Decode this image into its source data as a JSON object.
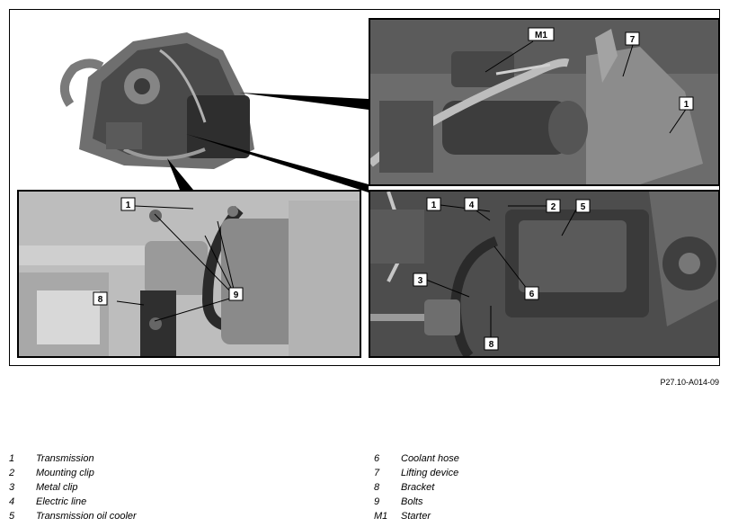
{
  "figure_ref": "P27.10-A014-09",
  "callouts": {
    "tr": [
      "M1",
      "7",
      "1"
    ],
    "bl": [
      "1",
      "8",
      "9"
    ],
    "br": [
      "1",
      "4",
      "2",
      "5",
      "3",
      "6",
      "8"
    ]
  },
  "legend": {
    "left": [
      {
        "num": "1",
        "label": "Transmission"
      },
      {
        "num": "2",
        "label": "Mounting clip"
      },
      {
        "num": "3",
        "label": "Metal clip"
      },
      {
        "num": "4",
        "label": "Electric line"
      },
      {
        "num": "5",
        "label": "Transmission oil cooler"
      }
    ],
    "right": [
      {
        "num": "6",
        "label": "Coolant hose"
      },
      {
        "num": "7",
        "label": "Lifting device"
      },
      {
        "num": "8",
        "label": "Bracket"
      },
      {
        "num": "9",
        "label": "Bolts"
      },
      {
        "num": "M1",
        "label": "Starter"
      }
    ]
  }
}
